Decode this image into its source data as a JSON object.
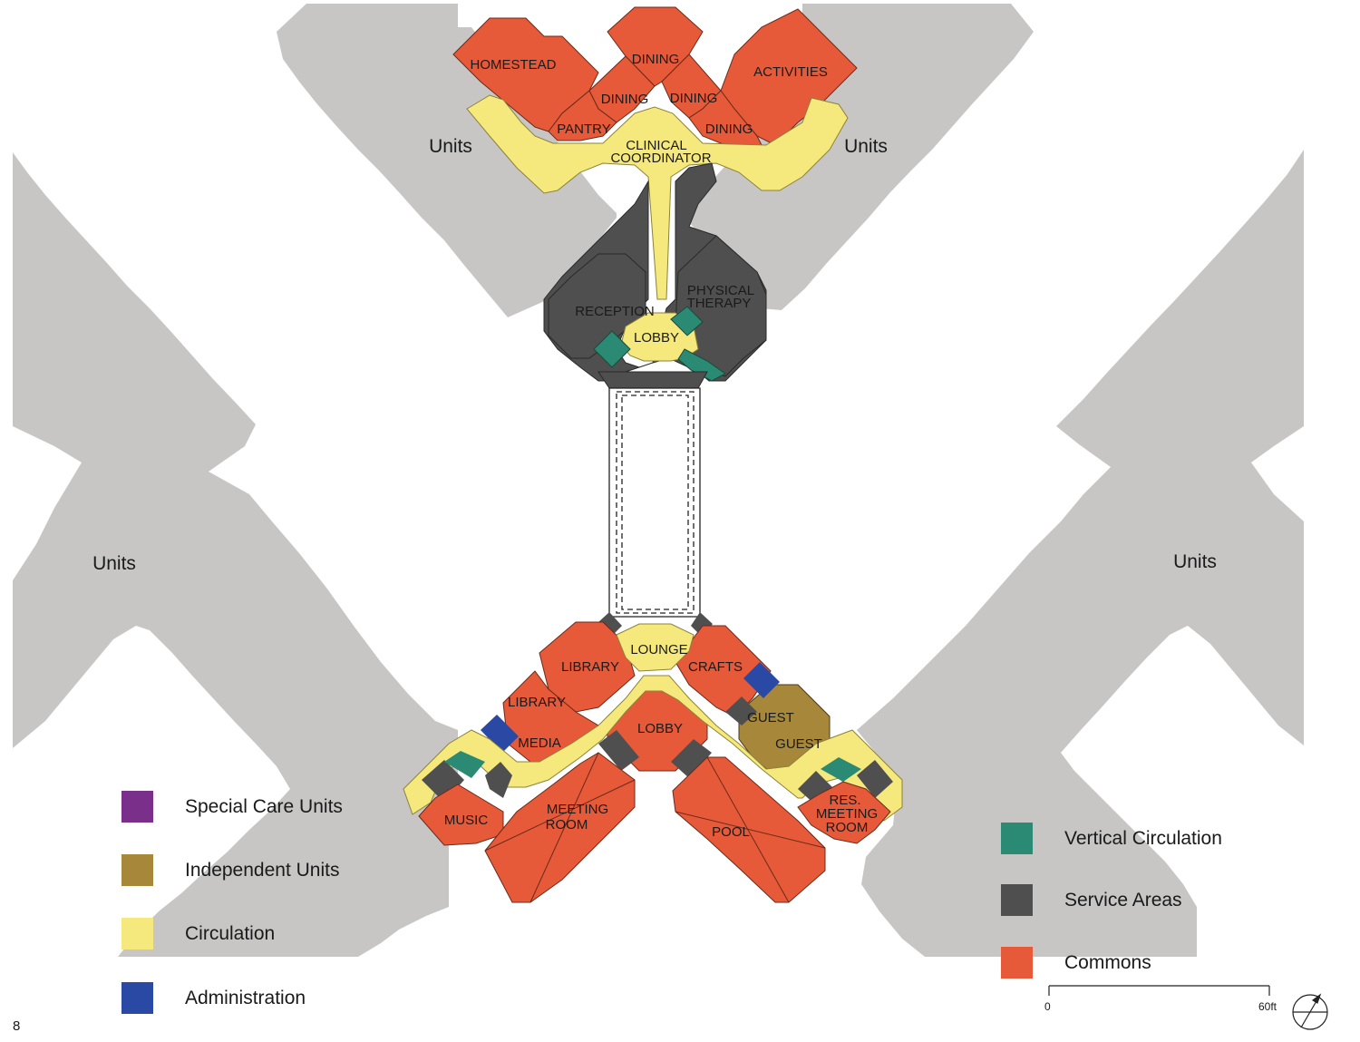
{
  "page_number": "8",
  "colors": {
    "special_care": "#7a2f8a",
    "independent": "#a7873a",
    "circulation": "#f5e97d",
    "administration": "#2a49a5",
    "vertical_circulation": "#2a8a74",
    "service": "#4f4f4f",
    "commons": "#e65a3a",
    "units": "#c8c6c4"
  },
  "units_labels": [
    "Units",
    "Units",
    "Units",
    "Units"
  ],
  "rooms": {
    "homestead": "HOMESTEAD",
    "dining_top": "DINING",
    "activities": "ACTIVITIES",
    "dining_left": "DINING",
    "dining_right": "DINING",
    "pantry": "PANTRY",
    "dining_low": "DINING",
    "clinical": "CLINICAL",
    "coordinator": "COORDINATOR",
    "physical": "PHYSICAL",
    "therapy": "THERAPY",
    "reception": "RECEPTION",
    "lobby_top": "LOBBY",
    "lounge": "LOUNGE",
    "library": "LIBRARY",
    "crafts": "CRAFTS",
    "library2": "LIBRARY",
    "lobby_bottom": "LOBBY",
    "guest1": "GUEST",
    "guest2": "GUEST",
    "media": "MEDIA",
    "music": "MUSIC",
    "meeting1": "MEETING",
    "room1": "ROOM",
    "pool": "POOL",
    "res": "RES.",
    "meeting2": "MEETING",
    "room2": "ROOM"
  },
  "legend_left": [
    {
      "label": "Special Care Units",
      "color_key": "special_care"
    },
    {
      "label": "Independent Units",
      "color_key": "independent"
    },
    {
      "label": "Circulation",
      "color_key": "circulation"
    },
    {
      "label": "Administration",
      "color_key": "administration"
    }
  ],
  "legend_right": [
    {
      "label": "Vertical Circulation",
      "color_key": "vertical_circulation"
    },
    {
      "label": "Service Areas",
      "color_key": "service"
    },
    {
      "label": "Commons",
      "color_key": "commons"
    }
  ],
  "scale": {
    "start": "0",
    "end": "60ft"
  },
  "north_arrow_icon": "north-arrow-icon"
}
